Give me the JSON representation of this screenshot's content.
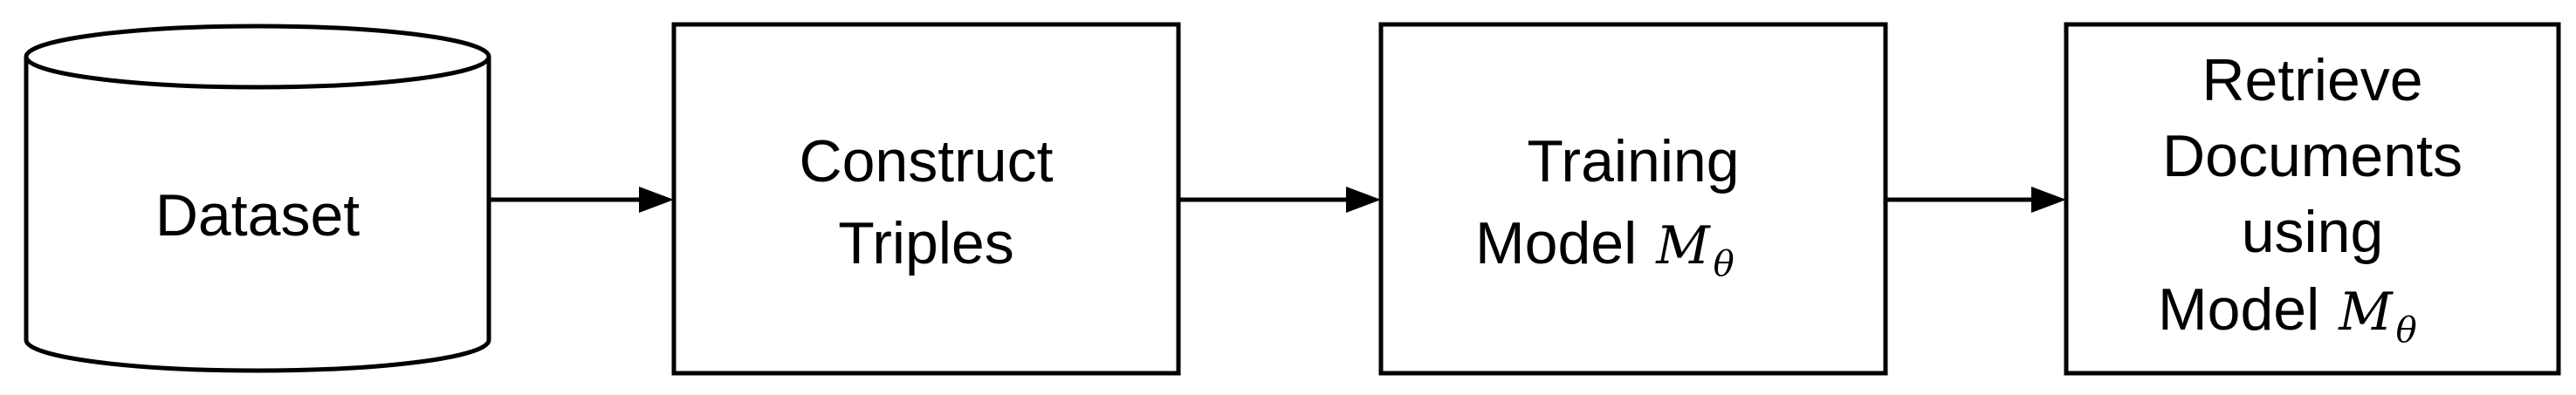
{
  "nodes": [
    {
      "id": "dataset",
      "shape": "cylinder",
      "lines": [
        "Dataset"
      ]
    },
    {
      "id": "construct",
      "shape": "box",
      "lines": [
        "Construct",
        "Triples"
      ]
    },
    {
      "id": "training",
      "shape": "box",
      "lines": [
        "Training",
        "Model"
      ],
      "math": {
        "base": "M",
        "sub": "θ"
      }
    },
    {
      "id": "retrieve",
      "shape": "box",
      "lines": [
        "Retrieve",
        "Documents",
        "using",
        "Model"
      ],
      "math": {
        "base": "M",
        "sub": "θ"
      }
    }
  ],
  "edges": [
    {
      "from": "dataset",
      "to": "construct"
    },
    {
      "from": "construct",
      "to": "training"
    },
    {
      "from": "training",
      "to": "retrieve"
    }
  ],
  "colors": {
    "stroke": "#000000",
    "background": "#ffffff"
  }
}
